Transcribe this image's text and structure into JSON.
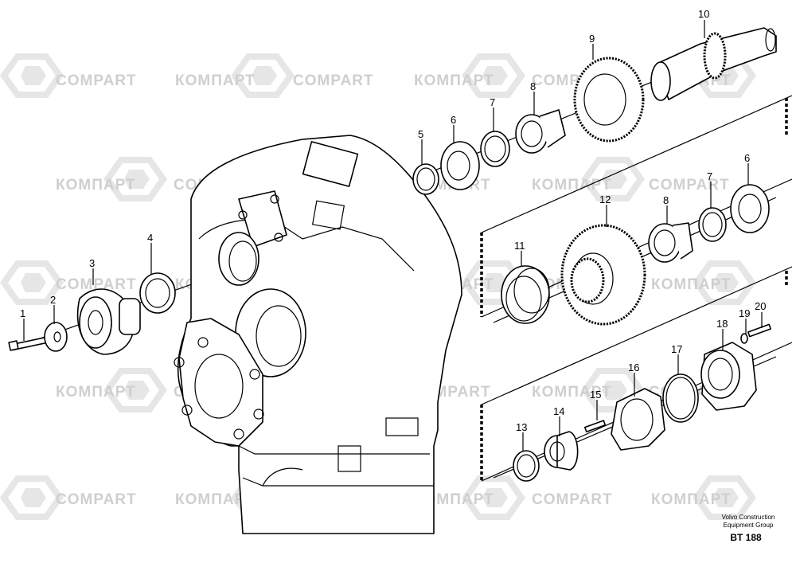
{
  "watermarks": {
    "latin": "COMPART",
    "cyrillic": "КОМПАРТ"
  },
  "part_numbers": {
    "p1": "1",
    "p2": "2",
    "p3": "3",
    "p4": "4",
    "p5": "5",
    "p6a": "6",
    "p6b": "6",
    "p7a": "7",
    "p7b": "7",
    "p8a": "8",
    "p8b": "8",
    "p9": "9",
    "p10": "10",
    "p11": "11",
    "p12": "12",
    "p13": "13",
    "p14": "14",
    "p15": "15",
    "p16": "16",
    "p17": "17",
    "p18": "18",
    "p19": "19",
    "p20": "20"
  },
  "credit": {
    "line1": "Volvo Construction",
    "line2": "Equipment Group",
    "code": "BT 188"
  }
}
